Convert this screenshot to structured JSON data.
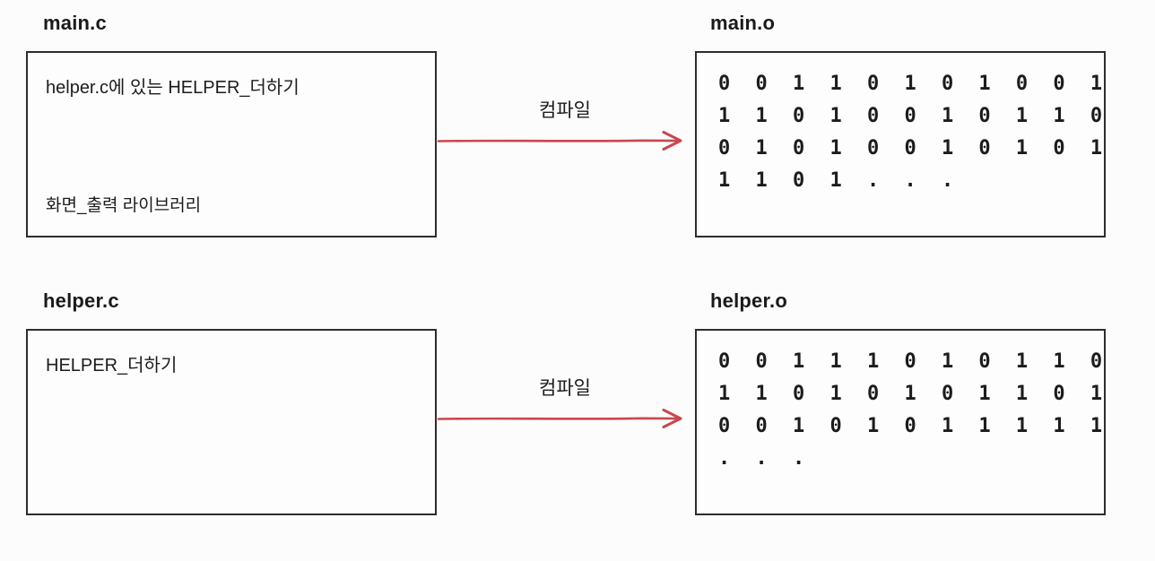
{
  "page": {
    "background_color": "#fcfcfc",
    "box_border_color": "#2d2d2d",
    "text_color": "#1c1c1c",
    "arrow_color": "#c84750"
  },
  "panels": [
    {
      "source_title": "main.c",
      "source_line_top": "helper.c에 있는 HELPER_더하기",
      "source_line_bottom": "화면_출력 라이브러리",
      "arrow_label": "컴파일",
      "object_title": "main.o",
      "object_rows": [
        "0 0 1 1 0 1 0 1 0 0 1",
        "1 1 0 1 0 0 1 0 1 1 0",
        "0 1 0 1 0 0 1 0 1 0 1",
        "1 1 0 1 . . ."
      ]
    },
    {
      "source_title": "helper.c",
      "source_line_top": "HELPER_더하기",
      "arrow_label": "컴파일",
      "object_title": "helper.o",
      "object_rows": [
        "0 0 1 1 1 0 1 0 1 1 0",
        "1 1 0 1 0 1 0 1 1 0 1",
        "0 0 1 0 1 0 1 1 1 1 1",
        ". . ."
      ]
    }
  ]
}
